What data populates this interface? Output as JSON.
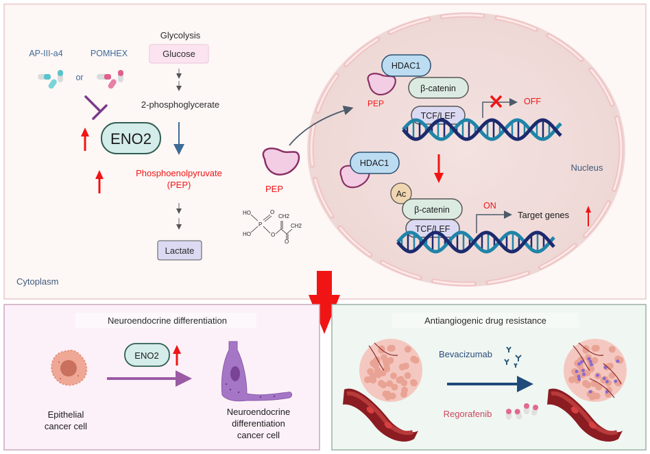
{
  "top_panel": {
    "cytoplasm_label": "Cytoplasm",
    "nucleus_label": "Nucleus",
    "inhibitors": {
      "drug1": "AP-III-a4",
      "or": "or",
      "drug2": "POMHEX"
    },
    "glycolysis": {
      "title": "Glycolysis",
      "glucose": "Glucose",
      "intermediate": "2-phosphoglycerate",
      "product": "Phosphoenolpyruvate",
      "product_abbr": "(PEP)",
      "end": "Lactate"
    },
    "enzyme": "ENO2",
    "pep_label": "PEP",
    "pep_structure": {
      "ho1": "HO",
      "ho2": "HO",
      "p": "P",
      "o_double": "O",
      "o_ester": "O",
      "o_keto": "O",
      "ch2_a": "CH2",
      "ch2_b": "CH2"
    },
    "nucleus_top": {
      "pep": "PEP",
      "hdac1": "HDAC1",
      "bcatenin": "β-catenin",
      "tcf": "TCF/LEF",
      "state": "OFF"
    },
    "nucleus_bottom": {
      "hdac1": "HDAC1",
      "ac": "Ac",
      "bcatenin": "β-catenin",
      "tcf": "TCF/LEF",
      "state": "ON",
      "target": "Target genes"
    }
  },
  "bottom_left": {
    "title": "Neuroendocrine differentiation",
    "enzyme": "ENO2",
    "from_cell": [
      "Epithelial",
      "cancer cell"
    ],
    "to_cell": [
      "Neuroendocrine",
      "differentiation",
      "cancer cell"
    ]
  },
  "bottom_right": {
    "title": "Antiangiogenic drug resistance",
    "drug1": "Bevacizumab",
    "drug2": "Regorafenib"
  },
  "colors": {
    "red": "#f01414",
    "blue_text": "#3e6a96",
    "dark_text": "#2a2a2a",
    "eno2_fill": "#d4ecea",
    "eno2_stroke": "#2f5e50",
    "pep_fill": "#f2cde4",
    "pep_stroke": "#8a2f64",
    "hdac_fill": "#bcdcf2",
    "bcat_fill": "#dcebe2",
    "tcf_fill": "#dcdaf2",
    "dna_dark": "#1c2a6e",
    "dna_light": "#1f84a8"
  }
}
